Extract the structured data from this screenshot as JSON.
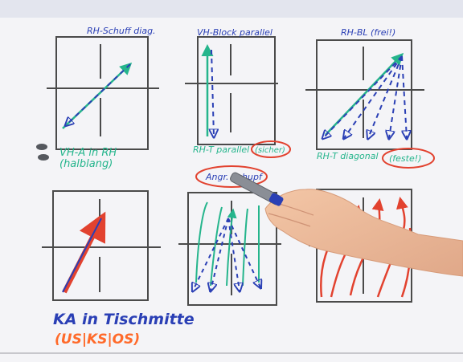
{
  "photo": {
    "subject": "whiteboard-with-handwritten-tactics-diagrams",
    "colors": {
      "board": "#f4f4f7",
      "board_edge": "#d9dbe3",
      "grid_line": "#4a4a4a",
      "blue_ink": "#2a3fb5",
      "green_ink": "#25b58c",
      "red_ink": "#e2422f",
      "orange_ink": "#ff6a2a"
    },
    "labels": {
      "top_left_title": "RH-Schuff diag.",
      "top_mid_title": "VH-Block parallel",
      "top_right_title": "RH-BL (frei!)",
      "top_left_caption_1": "VH-A in RH",
      "top_left_caption_2": "(halblang)",
      "top_mid_caption": "RH-T parallel",
      "top_mid_circled": "(sicher)",
      "top_right_caption": "RH-T diagonal",
      "top_right_circled": "(feste!)",
      "mid_circled": "Angr. Schupf",
      "bottom_left_caption_1": "KA in Tischmitte",
      "bottom_left_caption_2": "(US|KS|OS)"
    }
  }
}
